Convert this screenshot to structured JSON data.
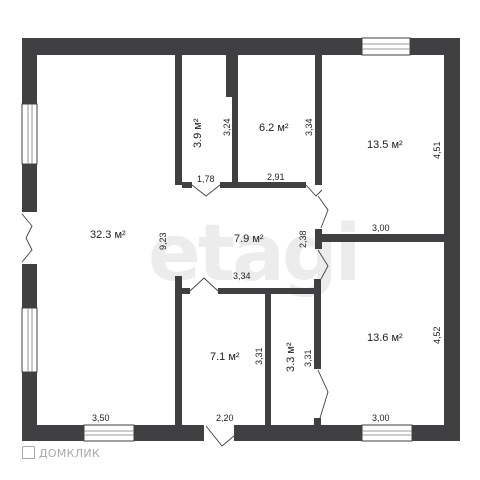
{
  "watermark": "etagi",
  "brand": "ДОМКЛИК",
  "rooms": {
    "living": {
      "area": "32.3 м²",
      "dim_bottom": "3,50",
      "dim_side": "9,23"
    },
    "closet": {
      "area": "3.9 м²",
      "dim_side": "3,24",
      "dim_bottom": "1,78"
    },
    "bath": {
      "area": "6.2 м²",
      "dim_side": "3,34",
      "dim_bottom": "2,91"
    },
    "bedroom_top": {
      "area": "13.5 м²",
      "dim_side": "4,51",
      "dim_bottom": "3,00"
    },
    "hall": {
      "area": "7.9 м²",
      "dim_side": "2,38",
      "dim_bottom": "3,34"
    },
    "kitchen": {
      "area": "7.1 м²",
      "dim_side": "3,31",
      "dim_bottom": "2,20"
    },
    "storage": {
      "area": "3.3 м²",
      "dim_side": "3,31"
    },
    "bedroom_bottom": {
      "area": "13.6 м²",
      "dim_side": "4,52",
      "dim_bottom": "3,00"
    }
  },
  "colors": {
    "wall": "#404042",
    "background": "#ffffff",
    "watermark": "#ececec"
  }
}
